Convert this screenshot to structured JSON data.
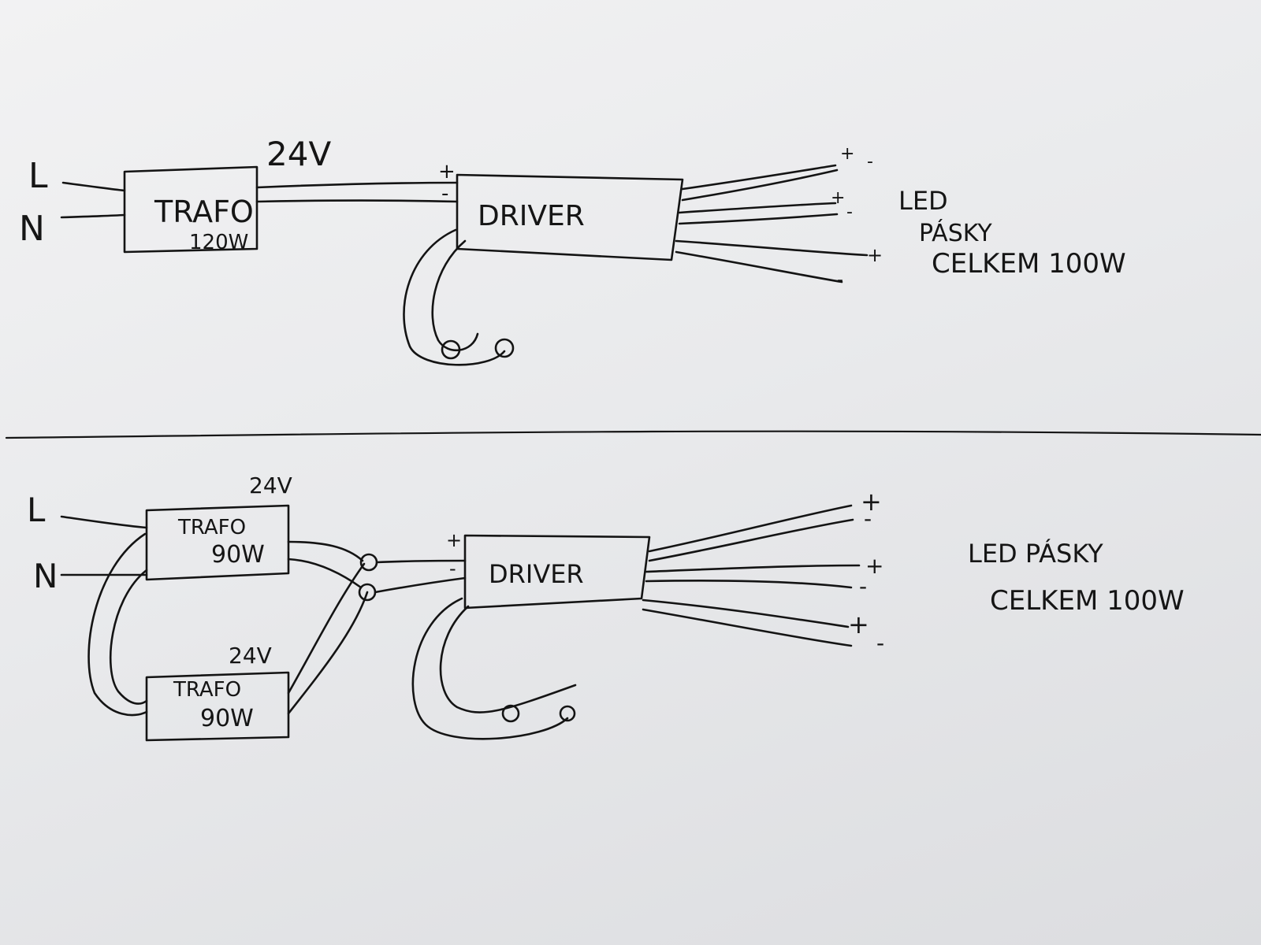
{
  "top": {
    "input_l": "L",
    "input_n": "N",
    "voltage": "24V",
    "trafo_label": "TRAFO",
    "trafo_power": "120W",
    "driver_plus": "+",
    "driver_minus": "-",
    "driver_label": "DRIVER",
    "outputs": [
      "+",
      "-",
      "+",
      "-",
      "+",
      "-"
    ],
    "led_label_1": "LED",
    "led_label_2": "PÁSKY",
    "led_label_3": "CELKEM 100W"
  },
  "bottom": {
    "input_l": "L",
    "input_n": "N",
    "voltage_1": "24V",
    "trafo1_label": "TRAFO",
    "trafo1_power": "90W",
    "voltage_2": "24V",
    "trafo2_label": "TRAFO",
    "trafo2_power": "90W",
    "driver_plus": "+",
    "driver_minus": "-",
    "driver_label": "DRIVER",
    "outputs": [
      "+",
      "-",
      "+",
      "-",
      "+",
      "-"
    ],
    "led_label_1": "LED PÁSKY",
    "led_label_2": "CELKEM 100W"
  }
}
